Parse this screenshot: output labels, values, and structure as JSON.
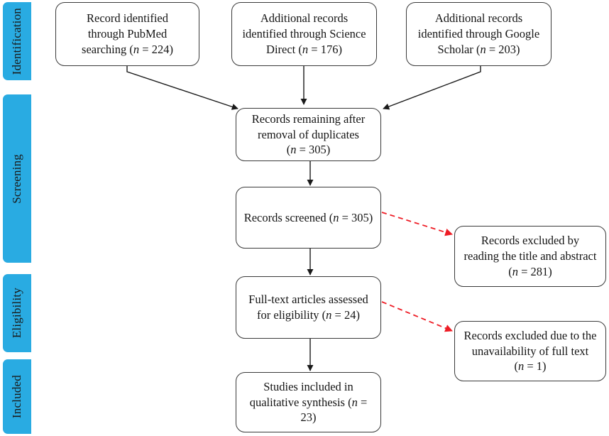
{
  "diagram": {
    "title": "PRISMA study selection flow diagram",
    "type": "flowchart",
    "accent_color": "#29abe2",
    "box_border_color": "#3a3a3a",
    "excluded_arrow_color": "#ee1c25"
  },
  "stages": [
    {
      "id": "identification",
      "label": "Identification"
    },
    {
      "id": "screening",
      "label": "Screening"
    },
    {
      "id": "eligibility",
      "label": "Eligibility"
    },
    {
      "id": "included",
      "label": "Included"
    }
  ],
  "nodes": {
    "pubmed": {
      "line1": "Record identified",
      "line2": "through PubMed",
      "line3_pre": "searching (",
      "line3_n": "n",
      "line3_post": " = 224)"
    },
    "science_direct": {
      "line1": "Additional records",
      "line2": "identified through Science",
      "line3_pre": "Direct (",
      "line3_n": "n",
      "line3_post": " = 176)"
    },
    "google_scholar": {
      "line1": "Additional records",
      "line2": "identified through Google",
      "line3_pre": "Scholar (",
      "line3_n": "n",
      "line3_post": " = 203)"
    },
    "duplicates_removed": {
      "line1": "Records remaining after",
      "line2": "removal of duplicates",
      "line3_pre": "(",
      "line3_n": "n",
      "line3_post": " = 305)"
    },
    "records_screened": {
      "line1_pre": "Records screened (",
      "line1_n": "n",
      "line1_post": " = 305)"
    },
    "excluded_title_abstract": {
      "line1": "Records excluded by",
      "line2": "reading the title and abstract",
      "line3_pre": "(",
      "line3_n": "n",
      "line3_post": " = 281)"
    },
    "fulltext_assessed": {
      "line1": "Full-text articles assessed",
      "line2_pre": "for eligibility (",
      "line2_n": "n",
      "line2_post": " = 24)"
    },
    "excluded_fulltext": {
      "line1": "Records excluded due to the",
      "line2": "unavailability of full text",
      "line3_pre": "(",
      "line3_n": "n",
      "line3_post": " = 1)"
    },
    "studies_included": {
      "line1": "Studies included in",
      "line2_pre": "qualitative synthesis (",
      "line2_n": "n",
      "line2_post": " = 23)"
    }
  },
  "chart_data": {
    "type": "diagram",
    "title": "PRISMA flow of study selection",
    "stages": [
      "Identification",
      "Screening",
      "Eligibility",
      "Included"
    ],
    "counts": {
      "pubmed_records": 224,
      "science_direct_records": 176,
      "google_scholar_records": 203,
      "records_after_duplicates_removed": 305,
      "records_screened": 305,
      "records_excluded_title_abstract": 281,
      "fulltext_articles_assessed": 24,
      "records_excluded_unavailable_fulltext": 1,
      "studies_included_qualitative_synthesis": 23
    },
    "edges": [
      {
        "from": "pubmed",
        "to": "duplicates_removed",
        "style": "solid"
      },
      {
        "from": "science_direct",
        "to": "duplicates_removed",
        "style": "solid"
      },
      {
        "from": "google_scholar",
        "to": "duplicates_removed",
        "style": "solid"
      },
      {
        "from": "duplicates_removed",
        "to": "records_screened",
        "style": "solid"
      },
      {
        "from": "records_screened",
        "to": "excluded_title_abstract",
        "style": "dashed-red"
      },
      {
        "from": "records_screened",
        "to": "fulltext_assessed",
        "style": "solid"
      },
      {
        "from": "fulltext_assessed",
        "to": "excluded_fulltext",
        "style": "dashed-red"
      },
      {
        "from": "fulltext_assessed",
        "to": "studies_included",
        "style": "solid"
      }
    ]
  }
}
